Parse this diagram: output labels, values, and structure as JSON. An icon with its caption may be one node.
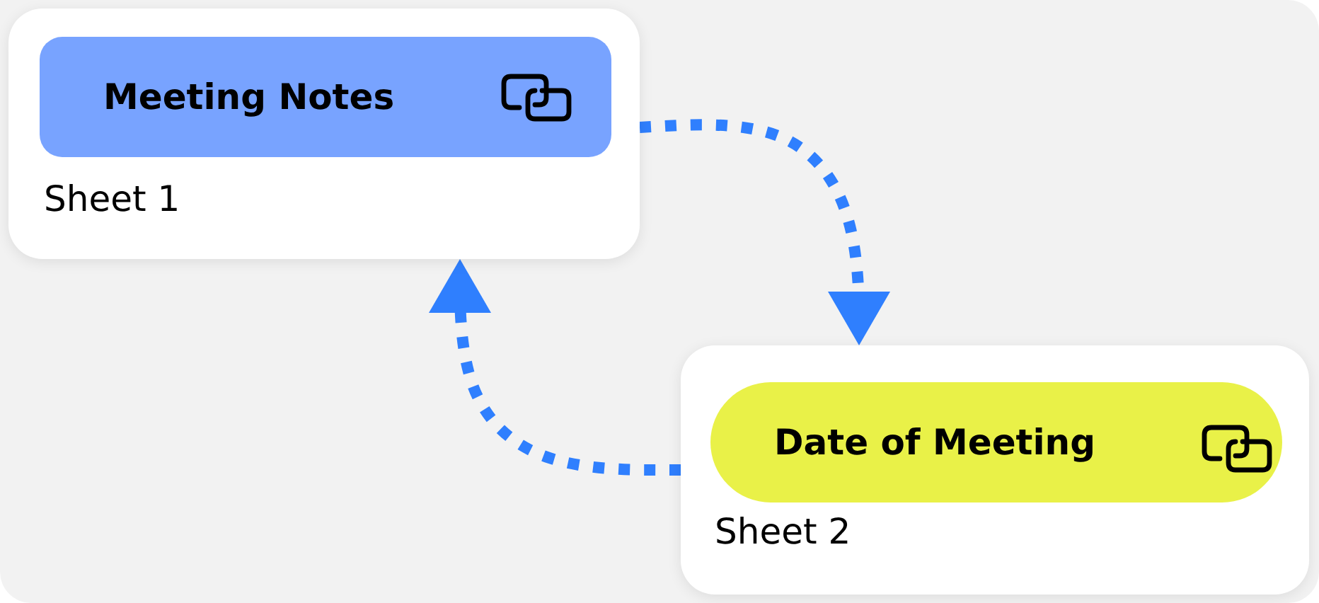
{
  "diagram": {
    "nodes": [
      {
        "text": [
          "Sheet 1"
        ]
      },
      {
        "text": [
          "Meeting Notes"
        ],
        "in": 0
      },
      {
        "text": [
          "Sheet 2"
        ]
      },
      {
        "text": [
          "Date of Meeting"
        ],
        "in": 2
      }
    ],
    "edges": [
      {
        "from": 0,
        "to": 2,
        "arrow": "to",
        "style": "dashed"
      },
      {
        "from": 2,
        "to": 0,
        "arrow": "to",
        "style": "dashed"
      }
    ]
  }
}
